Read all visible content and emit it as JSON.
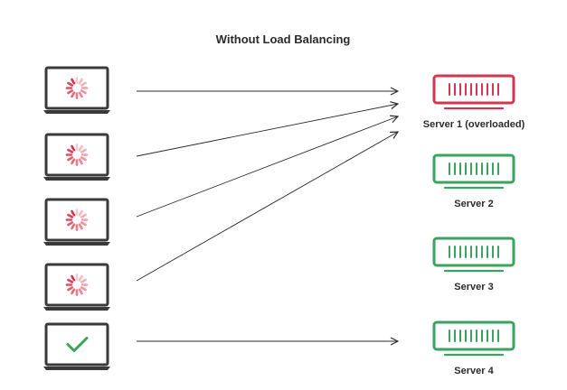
{
  "title": "Without Load Balancing",
  "colors": {
    "text": "#2b2b2b",
    "laptop": "#3a3a3a",
    "line": "#2b2b2b",
    "spinner": "#d6354f",
    "check": "#3aa35f",
    "overloaded": "#d6354f",
    "healthy": "#3aa35f"
  },
  "clients": [
    {
      "status": "loading",
      "icon": "spinner-icon"
    },
    {
      "status": "loading",
      "icon": "spinner-icon"
    },
    {
      "status": "loading",
      "icon": "spinner-icon"
    },
    {
      "status": "loading",
      "icon": "spinner-icon"
    },
    {
      "status": "ok",
      "icon": "check-icon"
    }
  ],
  "servers": [
    {
      "label": "Server 1 (overloaded)",
      "state": "overloaded"
    },
    {
      "label": "Server 2",
      "state": "healthy"
    },
    {
      "label": "Server 3",
      "state": "healthy"
    },
    {
      "label": "Server 4",
      "state": "healthy"
    }
  ],
  "connections": [
    {
      "client": 0,
      "server": 0
    },
    {
      "client": 1,
      "server": 0
    },
    {
      "client": 2,
      "server": 0
    },
    {
      "client": 3,
      "server": 0
    },
    {
      "client": 4,
      "server": 3
    }
  ]
}
